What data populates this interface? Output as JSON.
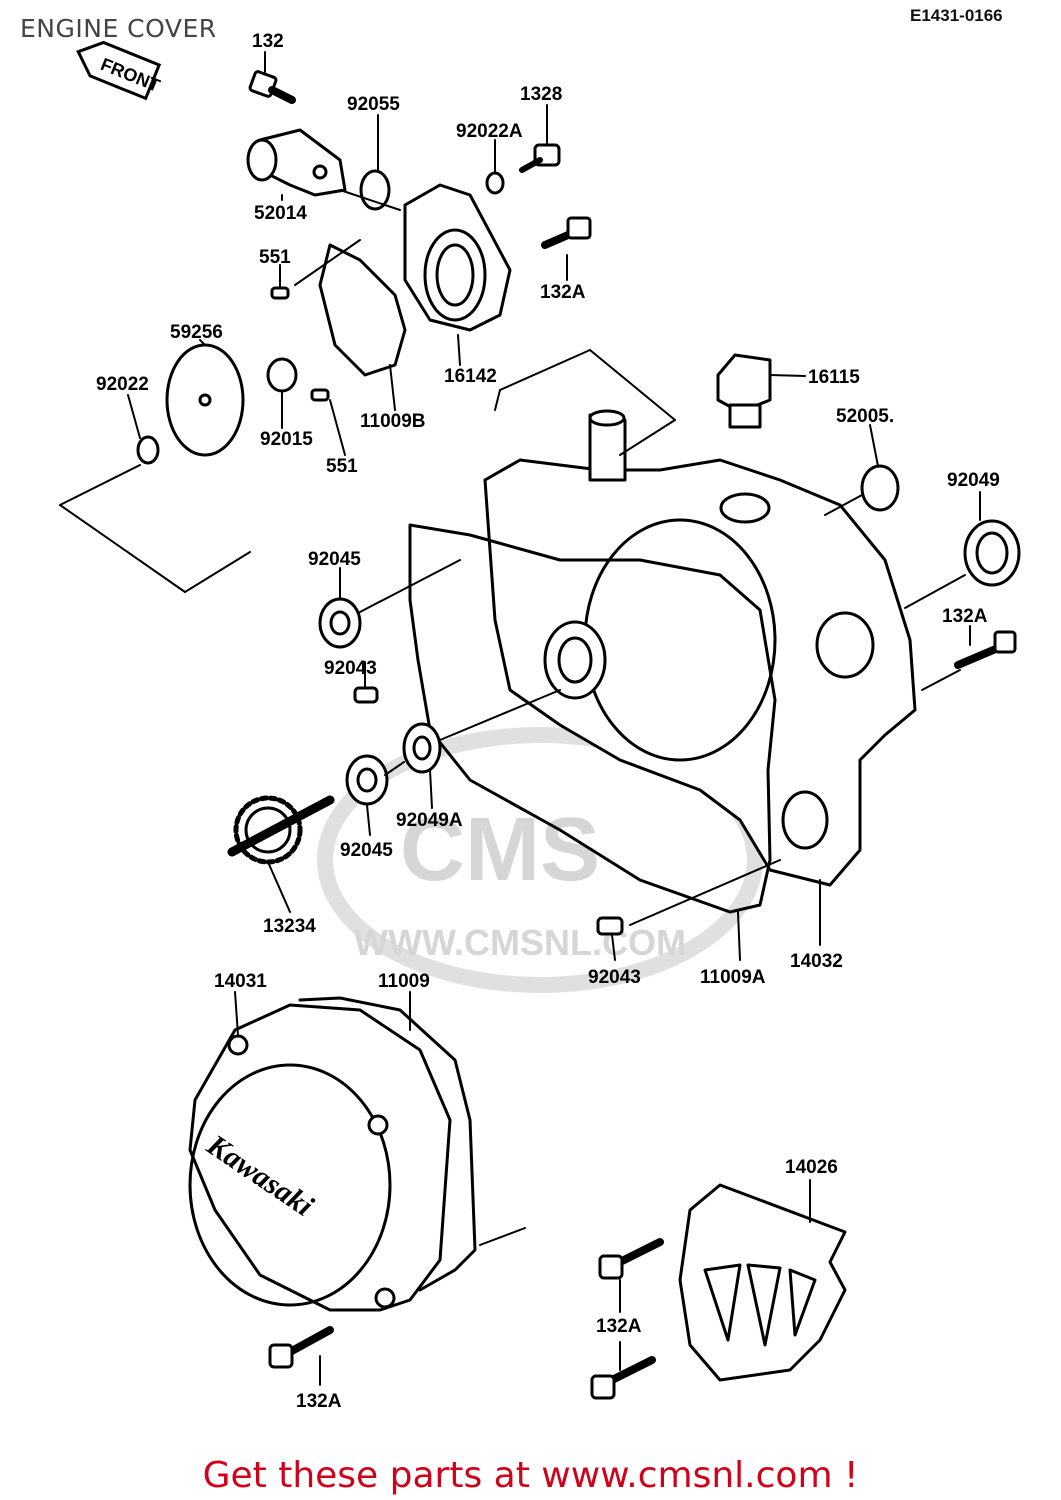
{
  "page": {
    "title": "ENGINE COVER",
    "diagram_code": "E1431-0166",
    "footer": "Get these parts at www.cmsnl.com !",
    "accent_color": "#d0021b"
  },
  "watermark": {
    "brand": "CMS",
    "url": "WWW.CMSNL.COM"
  },
  "direction_tag": "FRONT",
  "cover_logo": "Kawasaki",
  "parts": [
    "132",
    "92055",
    "1328",
    "92022A",
    "52014",
    "551",
    "132A",
    "59256",
    "16142",
    "92022",
    "92015",
    "11009B",
    "551",
    "16115",
    "52005.",
    "92049",
    "92045",
    "132A",
    "92043",
    "92049A",
    "92045",
    "13234",
    "92043",
    "11009A",
    "14032",
    "14031",
    "11009",
    "14026",
    "132A",
    "132A"
  ]
}
